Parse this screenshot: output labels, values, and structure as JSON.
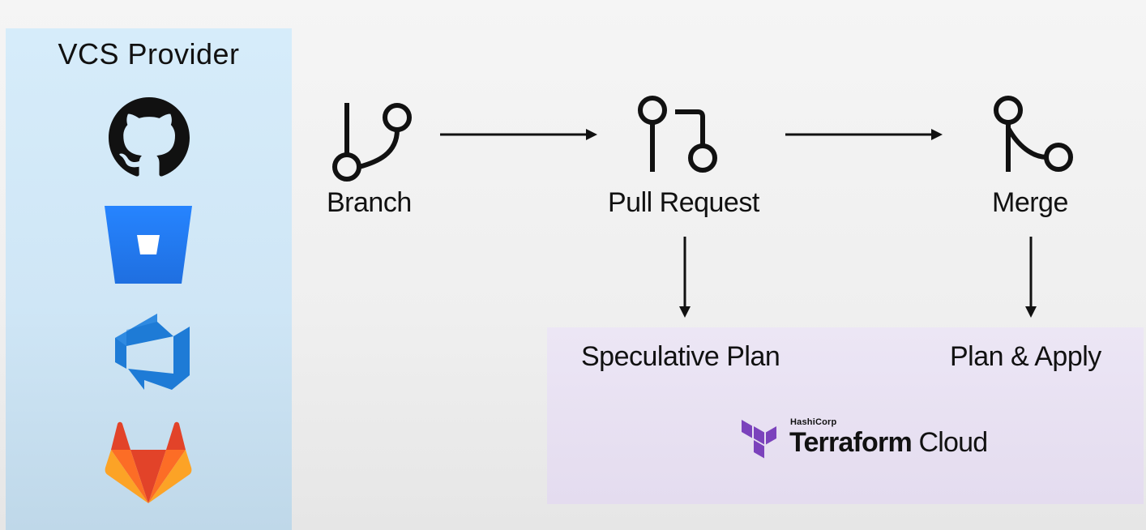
{
  "vcs": {
    "title": "VCS Provider",
    "providers": [
      "github-icon",
      "bitbucket-icon",
      "azure-devops-icon",
      "gitlab-icon"
    ]
  },
  "flow": {
    "steps": [
      {
        "label": "Branch",
        "icon": "git-branch-icon"
      },
      {
        "label": "Pull Request",
        "icon": "git-pull-request-icon"
      },
      {
        "label": "Merge",
        "icon": "git-merge-icon"
      }
    ],
    "outcomes": [
      {
        "label": "Speculative Plan"
      },
      {
        "label": "Plan & Apply"
      }
    ]
  },
  "terraform": {
    "vendor": "HashiCorp",
    "product_bold": "Terraform",
    "product_rest": "Cloud",
    "logo": "terraform-logo-icon"
  },
  "colors": {
    "vcs_panel": "#d6ecfa",
    "tfc_panel": "#ece6f5",
    "github": "#111111",
    "bitbucket": "#2684ff",
    "azure": "#1e7bd6",
    "gitlab_orange": "#fc6d26",
    "gitlab_red": "#e24329",
    "gitlab_yellow": "#fca326",
    "terraform_purple": "#7b42bc"
  }
}
